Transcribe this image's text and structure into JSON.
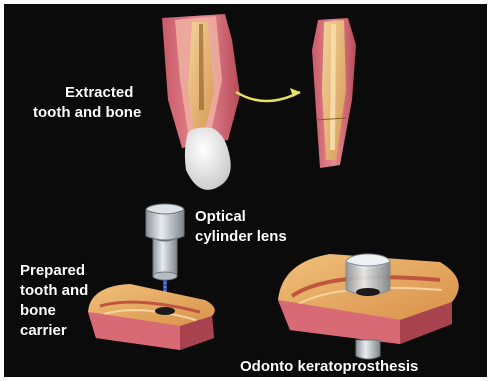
{
  "labels": {
    "extracted_line1": "Extracted",
    "extracted_line2": "tooth and bone",
    "optical_line1": "Optical",
    "optical_line2": "cylinder lens",
    "prepared_line1": "Prepared",
    "prepared_line2": "tooth and",
    "prepared_line3": "bone",
    "prepared_line4": "carrier",
    "result": "Odonto keratoprosthesis"
  },
  "colors": {
    "background": "#0b0b0b",
    "frame": "#ffffff",
    "gum_pink": "#d9737d",
    "gum_dark": "#b24b58",
    "bone_tan": "#e0a25a",
    "tooth_yellow": "#f1c98c",
    "arrow_yellow": "#e8e060",
    "lens_grey": "#c9ced3",
    "beam_blue": "#3b5fc2"
  },
  "icons": {
    "arrow": "curved-arrow-right",
    "lens": "optical-cylinder-lens"
  }
}
